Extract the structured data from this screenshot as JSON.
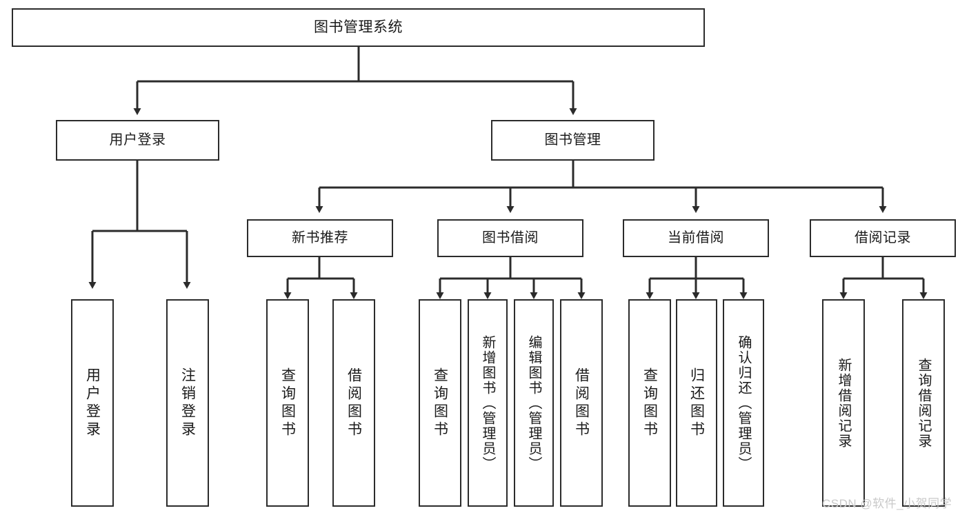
{
  "diagram": {
    "title": "图书管理系统",
    "type": "tree-hierarchy-diagram",
    "root": {
      "label": "图书管理系统"
    },
    "level2": [
      {
        "label": "用户登录"
      },
      {
        "label": "图书管理"
      }
    ],
    "level3": [
      {
        "label": "新书推荐"
      },
      {
        "label": "图书借阅"
      },
      {
        "label": "当前借阅"
      },
      {
        "label": "借阅记录"
      }
    ],
    "leaves": {
      "user_login": [
        {
          "label": "用户登录"
        },
        {
          "label": "注销登录"
        }
      ],
      "new_book_recommend": [
        {
          "label": "查询图书"
        },
        {
          "label": "借阅图书"
        }
      ],
      "book_borrow": [
        {
          "label": "查询图书"
        },
        {
          "label": "新增图书（管理员）"
        },
        {
          "label": "编辑图书（管理员）"
        },
        {
          "label": "借阅图书"
        }
      ],
      "current_borrow": [
        {
          "label": "查询图书"
        },
        {
          "label": "归还图书"
        },
        {
          "label": "确认归还（管理员）"
        }
      ],
      "borrow_record": [
        {
          "label": "新增借阅记录"
        },
        {
          "label": "查询借阅记录"
        }
      ]
    }
  },
  "watermark": {
    "text": "CSDN @软件_小贺同学"
  },
  "colors": {
    "stroke": "#2b2b2b",
    "text": "#1a1a1a",
    "background": "#ffffff",
    "watermark": "#c9c9c9"
  }
}
